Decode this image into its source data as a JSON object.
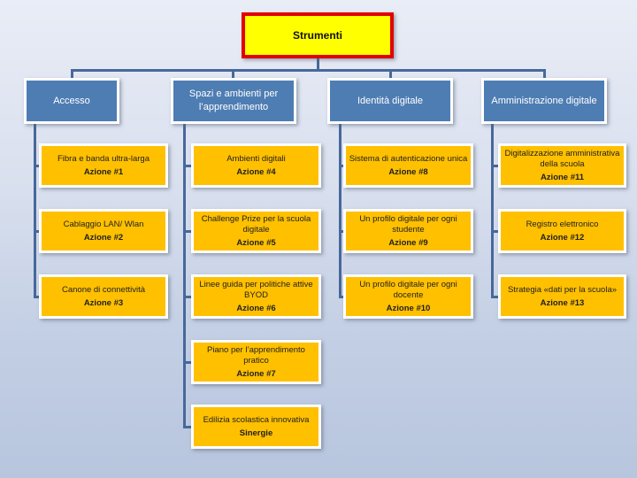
{
  "root": {
    "label": "Strumenti"
  },
  "colors": {
    "root_fill": "#ffff00",
    "root_border": "#e00000",
    "header_fill": "#4e7db3",
    "node_fill": "#ffc000",
    "connector": "#47689b",
    "node_border": "#ffffff"
  },
  "columns": [
    {
      "header": "Accesso",
      "items": [
        {
          "title": "Fibra e banda ultra-larga",
          "action": "Azione #1"
        },
        {
          "title": "Cablaggio LAN/ Wlan",
          "action": "Azione #2"
        },
        {
          "title": "Canone di connettività",
          "action": "Azione #3"
        }
      ]
    },
    {
      "header": "Spazi e ambienti per l’apprendimento",
      "items": [
        {
          "title": "Ambienti digitali",
          "action": "Azione #4"
        },
        {
          "title": "Challenge Prize per la scuola digitale",
          "action": "Azione #5"
        },
        {
          "title": "Linee guida per politiche attive BYOD",
          "action": "Azione #6"
        },
        {
          "title": "Piano per l’apprendimento pratico",
          "action": "Azione #7"
        },
        {
          "title": "Edilizia scolastica innovativa",
          "action": "Sinergie"
        }
      ]
    },
    {
      "header": "Identità digitale",
      "items": [
        {
          "title": "Sistema di autenticazione unica",
          "action": "Azione #8"
        },
        {
          "title": "Un profilo digitale per ogni studente",
          "action": "Azione #9"
        },
        {
          "title": "Un profilo digitale per ogni docente",
          "action": "Azione #10"
        }
      ]
    },
    {
      "header": "Amministrazione digitale",
      "items": [
        {
          "title": "Digitalizzazione amministrativa della scuola",
          "action": "Azione #11"
        },
        {
          "title": "Registro elettronico",
          "action": "Azione #12"
        },
        {
          "title": "Strategia «dati per la scuola»",
          "action": "Azione #13"
        }
      ]
    }
  ]
}
